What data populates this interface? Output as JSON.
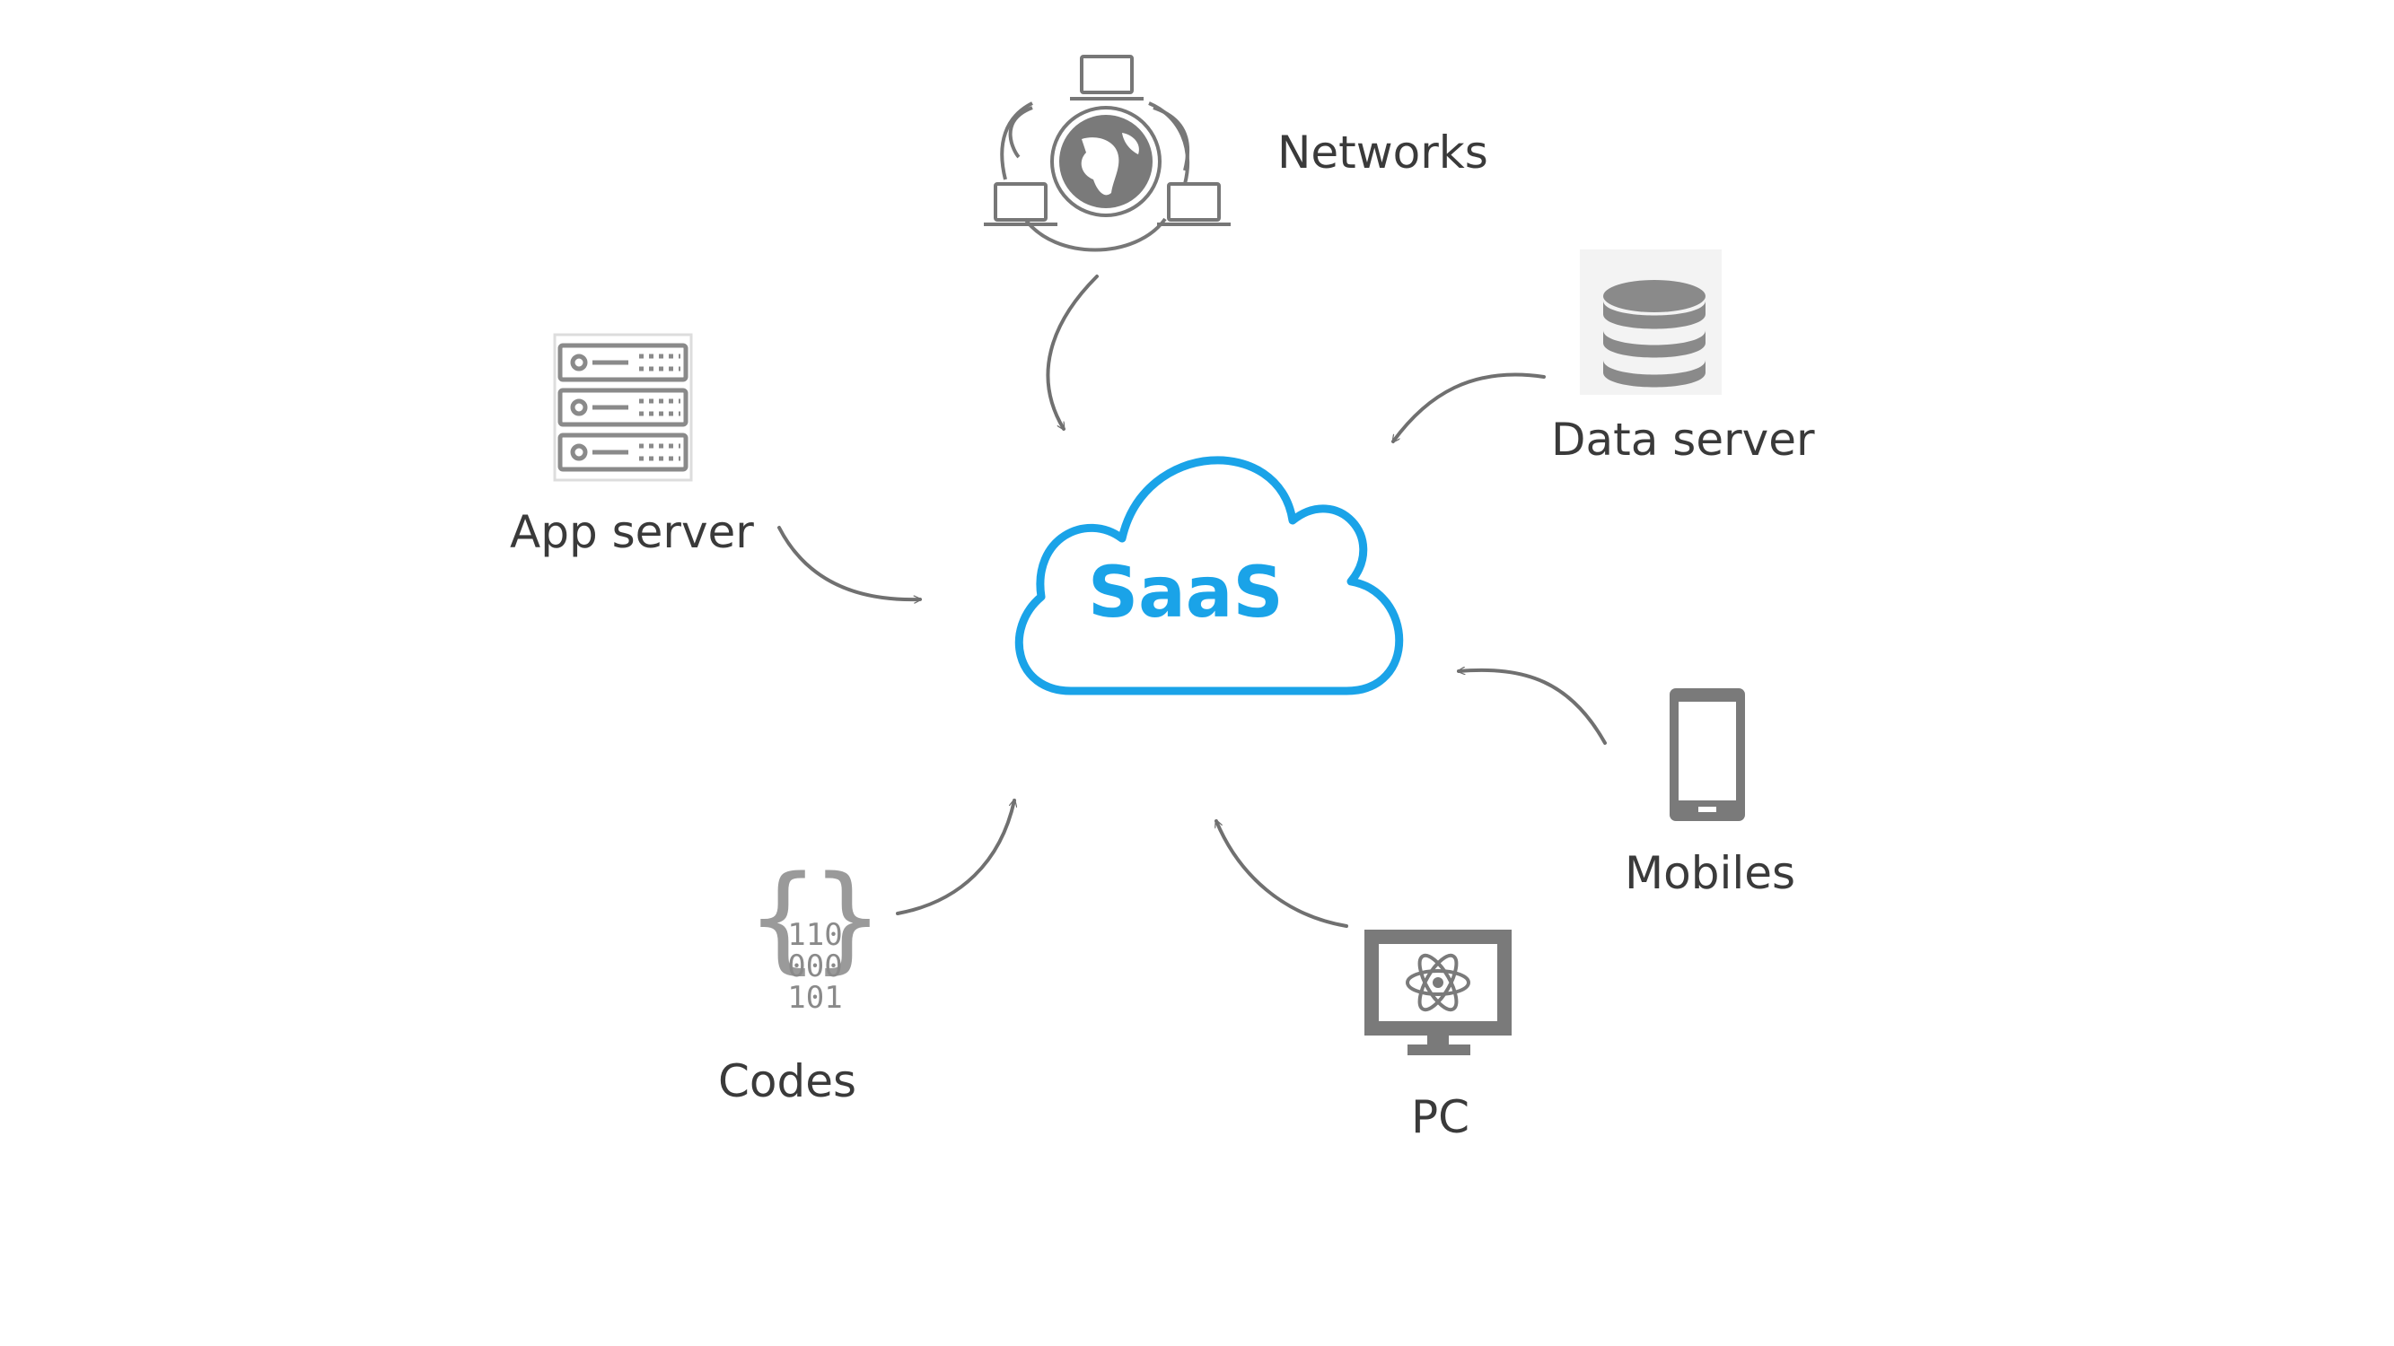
{
  "center": {
    "label": "SaaS",
    "color": "#1aa3e8"
  },
  "nodes": {
    "networks": {
      "label": "Networks",
      "icon": "globe-network-icon"
    },
    "data_server": {
      "label": "Data server",
      "icon": "database-icon"
    },
    "app_server": {
      "label": "App server",
      "icon": "server-rack-icon"
    },
    "mobiles": {
      "label": "Mobiles",
      "icon": "mobile-phone-icon"
    },
    "codes": {
      "label": "Codes",
      "icon": "binary-code-icon"
    },
    "pc": {
      "label": "PC",
      "icon": "desktop-atom-icon"
    }
  },
  "colors": {
    "icon": "#777777",
    "arrow": "#707070",
    "text": "#3a3a3a"
  }
}
